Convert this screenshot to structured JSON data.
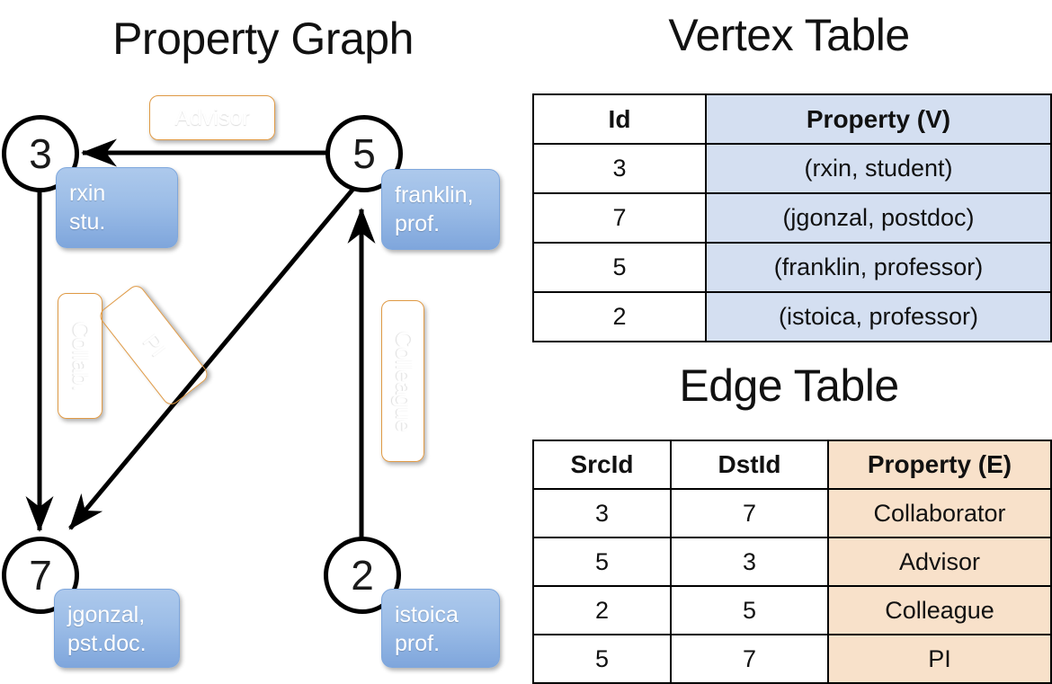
{
  "titles": {
    "property_graph": "Property Graph",
    "vertex_table": "Vertex Table",
    "edge_table": "Edge Table"
  },
  "graph": {
    "nodes": [
      {
        "id": "3",
        "label": "3",
        "property_line1": "rxin",
        "property_line2": "stu."
      },
      {
        "id": "5",
        "label": "5",
        "property_line1": "franklin,",
        "property_line2": "prof."
      },
      {
        "id": "7",
        "label": "7",
        "property_line1": "jgonzal,",
        "property_line2": "pst.doc."
      },
      {
        "id": "2",
        "label": "2",
        "property_line1": "istoica",
        "property_line2": "prof."
      }
    ],
    "edge_labels": [
      {
        "name": "advisor",
        "text": "Advisor"
      },
      {
        "name": "collab",
        "text": "Collab."
      },
      {
        "name": "pi",
        "text": "PI"
      },
      {
        "name": "colleague",
        "text": "Colleague"
      }
    ]
  },
  "vertex_table": {
    "headers": [
      "Id",
      "Property (V)"
    ],
    "rows": [
      [
        "3",
        "(rxin, student)"
      ],
      [
        "7",
        "(jgonzal, postdoc)"
      ],
      [
        "5",
        "(franklin, professor)"
      ],
      [
        "2",
        "(istoica, professor)"
      ]
    ]
  },
  "edge_table": {
    "headers": [
      "SrcId",
      "DstId",
      "Property (E)"
    ],
    "rows": [
      [
        "3",
        "7",
        "Collaborator"
      ],
      [
        "5",
        "3",
        "Advisor"
      ],
      [
        "2",
        "5",
        "Colleague"
      ],
      [
        "5",
        "7",
        "PI"
      ]
    ]
  },
  "colors": {
    "vertex_property_cell": "#d4dff1",
    "edge_property_cell": "#f8e1ca",
    "node_property_box": "#9cbde7",
    "edge_label_pill": "#eca75a",
    "stroke": "#000000",
    "background": "#ffffff"
  }
}
